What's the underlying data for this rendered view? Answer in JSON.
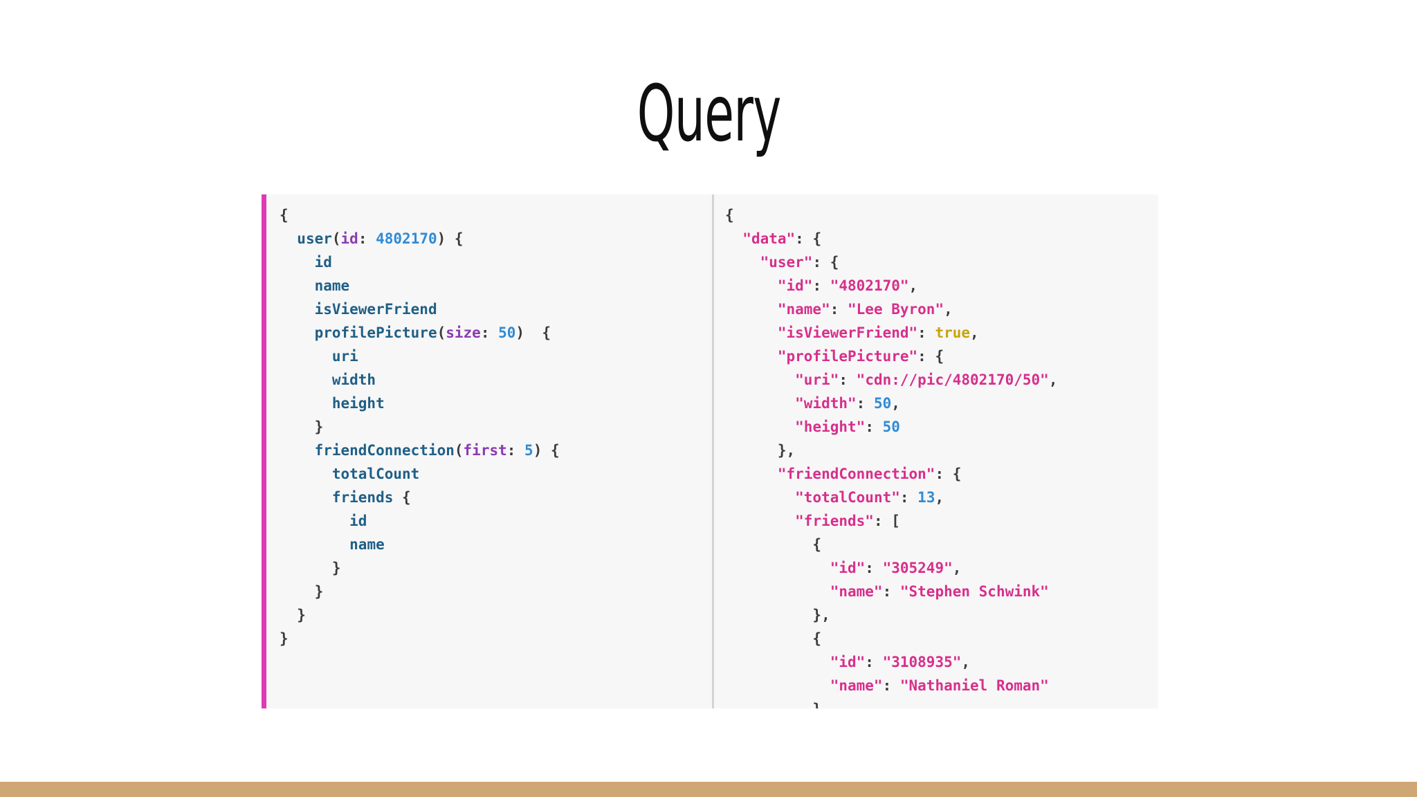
{
  "slide": {
    "title": "Query"
  },
  "query_lines": [
    [
      {
        "t": "{",
        "c": "p"
      }
    ],
    [
      {
        "t": "  ",
        "c": "p"
      },
      {
        "t": "user",
        "c": "fld"
      },
      {
        "t": "(",
        "c": "p"
      },
      {
        "t": "id",
        "c": "arg"
      },
      {
        "t": ": ",
        "c": "p"
      },
      {
        "t": "4802170",
        "c": "num"
      },
      {
        "t": ") {",
        "c": "p"
      }
    ],
    [
      {
        "t": "    ",
        "c": "p"
      },
      {
        "t": "id",
        "c": "fld"
      }
    ],
    [
      {
        "t": "    ",
        "c": "p"
      },
      {
        "t": "name",
        "c": "fld"
      }
    ],
    [
      {
        "t": "    ",
        "c": "p"
      },
      {
        "t": "isViewerFriend",
        "c": "fld"
      }
    ],
    [
      {
        "t": "    ",
        "c": "p"
      },
      {
        "t": "profilePicture",
        "c": "fld"
      },
      {
        "t": "(",
        "c": "p"
      },
      {
        "t": "size",
        "c": "arg"
      },
      {
        "t": ": ",
        "c": "p"
      },
      {
        "t": "50",
        "c": "num"
      },
      {
        "t": ")  {",
        "c": "p"
      }
    ],
    [
      {
        "t": "      ",
        "c": "p"
      },
      {
        "t": "uri",
        "c": "fld"
      }
    ],
    [
      {
        "t": "      ",
        "c": "p"
      },
      {
        "t": "width",
        "c": "fld"
      }
    ],
    [
      {
        "t": "      ",
        "c": "p"
      },
      {
        "t": "height",
        "c": "fld"
      }
    ],
    [
      {
        "t": "    }",
        "c": "p"
      }
    ],
    [
      {
        "t": "    ",
        "c": "p"
      },
      {
        "t": "friendConnection",
        "c": "fld"
      },
      {
        "t": "(",
        "c": "p"
      },
      {
        "t": "first",
        "c": "arg"
      },
      {
        "t": ": ",
        "c": "p"
      },
      {
        "t": "5",
        "c": "num"
      },
      {
        "t": ") {",
        "c": "p"
      }
    ],
    [
      {
        "t": "      ",
        "c": "p"
      },
      {
        "t": "totalCount",
        "c": "fld"
      }
    ],
    [
      {
        "t": "      ",
        "c": "p"
      },
      {
        "t": "friends",
        "c": "fld"
      },
      {
        "t": " {",
        "c": "p"
      }
    ],
    [
      {
        "t": "        ",
        "c": "p"
      },
      {
        "t": "id",
        "c": "fld"
      }
    ],
    [
      {
        "t": "        ",
        "c": "p"
      },
      {
        "t": "name",
        "c": "fld"
      }
    ],
    [
      {
        "t": "      }",
        "c": "p"
      }
    ],
    [
      {
        "t": "    }",
        "c": "p"
      }
    ],
    [
      {
        "t": "  }",
        "c": "p"
      }
    ],
    [
      {
        "t": "}",
        "c": "p"
      }
    ]
  ],
  "response_lines": [
    [
      {
        "t": "{",
        "c": "p"
      }
    ],
    [
      {
        "t": "  ",
        "c": "p"
      },
      {
        "t": "\"data\"",
        "c": "key"
      },
      {
        "t": ": {",
        "c": "p"
      }
    ],
    [
      {
        "t": "    ",
        "c": "p"
      },
      {
        "t": "\"user\"",
        "c": "key"
      },
      {
        "t": ": {",
        "c": "p"
      }
    ],
    [
      {
        "t": "      ",
        "c": "p"
      },
      {
        "t": "\"id\"",
        "c": "key"
      },
      {
        "t": ": ",
        "c": "p"
      },
      {
        "t": "\"4802170\"",
        "c": "str"
      },
      {
        "t": ",",
        "c": "p"
      }
    ],
    [
      {
        "t": "      ",
        "c": "p"
      },
      {
        "t": "\"name\"",
        "c": "key"
      },
      {
        "t": ": ",
        "c": "p"
      },
      {
        "t": "\"Lee Byron\"",
        "c": "str"
      },
      {
        "t": ",",
        "c": "p"
      }
    ],
    [
      {
        "t": "      ",
        "c": "p"
      },
      {
        "t": "\"isViewerFriend\"",
        "c": "key"
      },
      {
        "t": ": ",
        "c": "p"
      },
      {
        "t": "true",
        "c": "kw"
      },
      {
        "t": ",",
        "c": "p"
      }
    ],
    [
      {
        "t": "      ",
        "c": "p"
      },
      {
        "t": "\"profilePicture\"",
        "c": "key"
      },
      {
        "t": ": {",
        "c": "p"
      }
    ],
    [
      {
        "t": "        ",
        "c": "p"
      },
      {
        "t": "\"uri\"",
        "c": "key"
      },
      {
        "t": ": ",
        "c": "p"
      },
      {
        "t": "\"cdn://pic/4802170/50\"",
        "c": "str"
      },
      {
        "t": ",",
        "c": "p"
      }
    ],
    [
      {
        "t": "        ",
        "c": "p"
      },
      {
        "t": "\"width\"",
        "c": "key"
      },
      {
        "t": ": ",
        "c": "p"
      },
      {
        "t": "50",
        "c": "num"
      },
      {
        "t": ",",
        "c": "p"
      }
    ],
    [
      {
        "t": "        ",
        "c": "p"
      },
      {
        "t": "\"height\"",
        "c": "key"
      },
      {
        "t": ": ",
        "c": "p"
      },
      {
        "t": "50",
        "c": "num"
      }
    ],
    [
      {
        "t": "      },",
        "c": "p"
      }
    ],
    [
      {
        "t": "      ",
        "c": "p"
      },
      {
        "t": "\"friendConnection\"",
        "c": "key"
      },
      {
        "t": ": {",
        "c": "p"
      }
    ],
    [
      {
        "t": "        ",
        "c": "p"
      },
      {
        "t": "\"totalCount\"",
        "c": "key"
      },
      {
        "t": ": ",
        "c": "p"
      },
      {
        "t": "13",
        "c": "num"
      },
      {
        "t": ",",
        "c": "p"
      }
    ],
    [
      {
        "t": "        ",
        "c": "p"
      },
      {
        "t": "\"friends\"",
        "c": "key"
      },
      {
        "t": ": [",
        "c": "p"
      }
    ],
    [
      {
        "t": "          {",
        "c": "p"
      }
    ],
    [
      {
        "t": "            ",
        "c": "p"
      },
      {
        "t": "\"id\"",
        "c": "key"
      },
      {
        "t": ": ",
        "c": "p"
      },
      {
        "t": "\"305249\"",
        "c": "str"
      },
      {
        "t": ",",
        "c": "p"
      }
    ],
    [
      {
        "t": "            ",
        "c": "p"
      },
      {
        "t": "\"name\"",
        "c": "key"
      },
      {
        "t": ": ",
        "c": "p"
      },
      {
        "t": "\"Stephen Schwink\"",
        "c": "str"
      }
    ],
    [
      {
        "t": "          },",
        "c": "p"
      }
    ],
    [
      {
        "t": "          {",
        "c": "p"
      }
    ],
    [
      {
        "t": "            ",
        "c": "p"
      },
      {
        "t": "\"id\"",
        "c": "key"
      },
      {
        "t": ": ",
        "c": "p"
      },
      {
        "t": "\"3108935\"",
        "c": "str"
      },
      {
        "t": ",",
        "c": "p"
      }
    ],
    [
      {
        "t": "            ",
        "c": "p"
      },
      {
        "t": "\"name\"",
        "c": "key"
      },
      {
        "t": ": ",
        "c": "p"
      },
      {
        "t": "\"Nathaniel Roman\"",
        "c": "str"
      }
    ],
    [
      {
        "t": "          }",
        "c": "p"
      }
    ]
  ],
  "colors": {
    "accent": "#dd3bb4",
    "footer": "#cfa774",
    "field": "#1f5f86",
    "argument": "#8a3ab3",
    "number": "#2f8bd6",
    "string": "#d72f8c",
    "keyword": "#c9a30a"
  }
}
